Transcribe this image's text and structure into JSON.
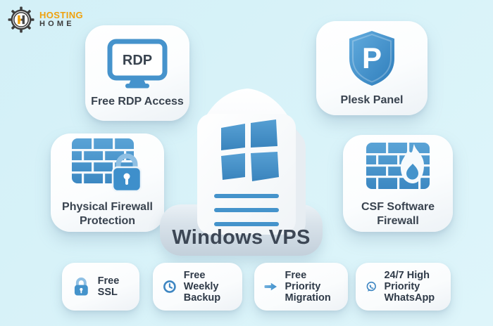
{
  "brand": {
    "name_top": "HOSTING",
    "name_bottom": "HOME"
  },
  "center": {
    "product": "Windows VPS"
  },
  "features": [
    {
      "id": "rdp",
      "label": "Free RDP Access",
      "icon": "rdp-monitor-icon",
      "icon_text": "RDP"
    },
    {
      "id": "plesk",
      "label": "Plesk Panel",
      "icon": "plesk-shield-icon",
      "icon_text": "P"
    },
    {
      "id": "firewall",
      "label": "Physical Firewall Protection",
      "icon": "firewall-lock-icon"
    },
    {
      "id": "csf",
      "label": "CSF Software Firewall",
      "icon": "firewall-flame-icon"
    }
  ],
  "benefits": [
    {
      "id": "ssl",
      "label": "Free SSL",
      "icon": "lock-icon"
    },
    {
      "id": "backup",
      "label": "Free Weekly Backup",
      "icon": "clock-icon"
    },
    {
      "id": "migration",
      "label": "Free Priority Migration",
      "icon": "arrow-right-icon"
    },
    {
      "id": "whatsapp",
      "label": "24/7 High Priority WhatsApp",
      "icon": "whatsapp-icon"
    }
  ],
  "colors": {
    "background": "#d8f2f8",
    "accent_blue": "#4493cb",
    "accent_blue_dark": "#2e7dbb",
    "accent_blue_light": "#8fc0e4",
    "text_dark": "#39434f",
    "brand_orange": "#efa10d",
    "brand_gray": "#3b3b3b",
    "card_bg": "#ffffff",
    "platform_bg": "#d3dee7"
  }
}
